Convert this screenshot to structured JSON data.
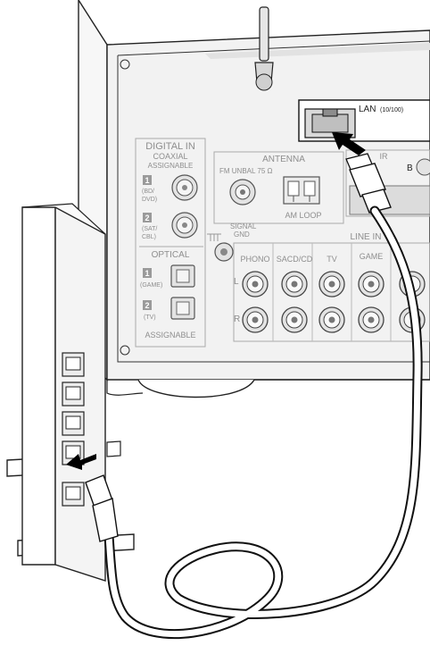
{
  "receiver": {
    "lan_port": {
      "label": "LAN",
      "spec": "(10/100)"
    },
    "digital_in": {
      "title": "DIGITAL IN",
      "coaxial": "COAXIAL",
      "assignable": "ASSIGNABLE",
      "coax_inputs": [
        {
          "num": "1",
          "lines": [
            "(BD/",
            "DVD)"
          ]
        },
        {
          "num": "2",
          "lines": [
            "(SAT/",
            "CBL)"
          ]
        }
      ],
      "optical": "OPTICAL",
      "optical_inputs": [
        {
          "num": "1",
          "lines": [
            "(GAME)"
          ]
        },
        {
          "num": "2",
          "lines": [
            "(TV)"
          ]
        }
      ],
      "optical_assignable": "ASSIGNABLE"
    },
    "antenna": {
      "title": "ANTENNA",
      "fm": "FM UNBAL 75 Ω",
      "am": "AM LOOP"
    },
    "signal_gnd": [
      "SIGNAL",
      "GND"
    ],
    "ir": "IR",
    "b_label": "B",
    "line_in": {
      "title": "LINE IN",
      "columns": [
        "PHONO",
        "SACD/CD",
        "TV",
        "GAME"
      ],
      "rows": [
        "L",
        "R"
      ]
    }
  },
  "colors": {
    "outline": "#222222",
    "panel": "#f2f2f2",
    "panel_label": "#8e8e8e",
    "arrow": "#000000"
  }
}
